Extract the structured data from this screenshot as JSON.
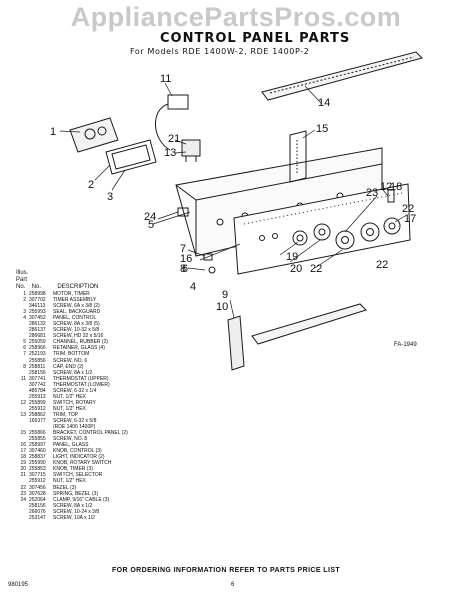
{
  "watermark": "AppliancePartsPros.com",
  "title": "CONTROL PANEL PARTS",
  "subtitle": "For Models RDE 1400W-2, RDE 1400P-2",
  "figure_code": "FA-1949",
  "callouts": [
    "1",
    "2",
    "3",
    "4",
    "5",
    "6",
    "7",
    "8",
    "9",
    "10",
    "11",
    "12",
    "13",
    "14",
    "15",
    "16",
    "17",
    "18",
    "19",
    "20",
    "21",
    "22",
    "22",
    "22",
    "23",
    "24"
  ],
  "table": {
    "header_illus": "Illus. Part",
    "header_no": "No.",
    "header_no2": "No.",
    "header_desc": "DESCRIPTION",
    "rows": [
      {
        "ill": "1",
        "part": "258998",
        "desc": "MOTOR, TIMER"
      },
      {
        "ill": "2",
        "part": "307702",
        "desc": "TIMER ASSEMBLY"
      },
      {
        "ill": "",
        "part": "346113",
        "desc": "SCREW, 6A x 3/8 (2)"
      },
      {
        "ill": "3",
        "part": "255993",
        "desc": "SEAL, BACKGUARD"
      },
      {
        "ill": "4",
        "part": "307452",
        "desc": "PANEL, CONTROL"
      },
      {
        "ill": "",
        "part": "286132",
        "desc": "SCREW, 8A x 3/8 (5)"
      },
      {
        "ill": "",
        "part": "286137",
        "desc": "SCREW, 10-32 x 5/8"
      },
      {
        "ill": "",
        "part": "286681",
        "desc": "SCREW, HD 32 x 5/16"
      },
      {
        "ill": "5",
        "part": "255059",
        "desc": "CHANNEL, RUBBER (2)"
      },
      {
        "ill": "6",
        "part": "258966",
        "desc": "RETAINER, GLASS (4)"
      },
      {
        "ill": "7",
        "part": "252193",
        "desc": "TRIM, BOTTOM"
      },
      {
        "ill": "",
        "part": "255856",
        "desc": "SCREW, NO. 6"
      },
      {
        "ill": "8",
        "part": "258811",
        "desc": "CAP, END (2)"
      },
      {
        "ill": "",
        "part": "258156",
        "desc": "SCREW, 8A x 1/2"
      },
      {
        "ill": "11",
        "part": "307741",
        "desc": "THERMOSTAT (UPPER)"
      },
      {
        "ill": "",
        "part": "307742",
        "desc": "THERMOSTAT (LOWER)"
      },
      {
        "ill": "",
        "part": "485784",
        "desc": "SCREW, 6-32 x 1/4"
      },
      {
        "ill": "",
        "part": "255913",
        "desc": "NUT, 1/2\" HEX"
      },
      {
        "ill": "12",
        "part": "255899",
        "desc": "SWITCH, ROTARY"
      },
      {
        "ill": "",
        "part": "255912",
        "desc": "NUT, 1/2\" HEX"
      },
      {
        "ill": "13",
        "part": "258862",
        "desc": "TRIM, TOP"
      },
      {
        "ill": "",
        "part": "165377",
        "desc": "SCREW, 6-32 x 5/8"
      },
      {
        "ill": "",
        "part": "",
        "desc": "(RDE 1400 1400P)"
      },
      {
        "ill": "15",
        "part": "255866",
        "desc": "BRACKET, CONTROL PANEL (2)"
      },
      {
        "ill": "",
        "part": "255855",
        "desc": "SCREW, NO. 8"
      },
      {
        "ill": "16",
        "part": "258997",
        "desc": "PANEL, GLASS"
      },
      {
        "ill": "17",
        "part": "307460",
        "desc": "KNOB, CONTROL (3)"
      },
      {
        "ill": "18",
        "part": "258837",
        "desc": "LIGHT, INDICATOR (2)"
      },
      {
        "ill": "19",
        "part": "255990",
        "desc": "KNOB, ROTARY SWITCH"
      },
      {
        "ill": "20",
        "part": "255853",
        "desc": "KNOB, TIMER (3)"
      },
      {
        "ill": "21",
        "part": "307715",
        "desc": "SWITCH, SELECTOR"
      },
      {
        "ill": "",
        "part": "255912",
        "desc": "NUT, 1/2\" HEX"
      },
      {
        "ill": "22",
        "part": "307456",
        "desc": "BEZEL (3)"
      },
      {
        "ill": "23",
        "part": "307628",
        "desc": "SPRING, BEZEL (3)"
      },
      {
        "ill": "24",
        "part": "252064",
        "desc": "CLAMP, 9/16\" CABLE (3)"
      },
      {
        "ill": "",
        "part": "258156",
        "desc": "SCREW, 8A x 1/2"
      },
      {
        "ill": "",
        "part": "266076",
        "desc": "SCREW, 10-24 x 3/8"
      },
      {
        "ill": "",
        "part": "253147",
        "desc": "SCREW, 10A x 1/2"
      }
    ]
  },
  "footer_note": "FOR ORDERING INFORMATION REFER TO PARTS PRICE LIST",
  "page_code": "980195",
  "page_number": "6"
}
